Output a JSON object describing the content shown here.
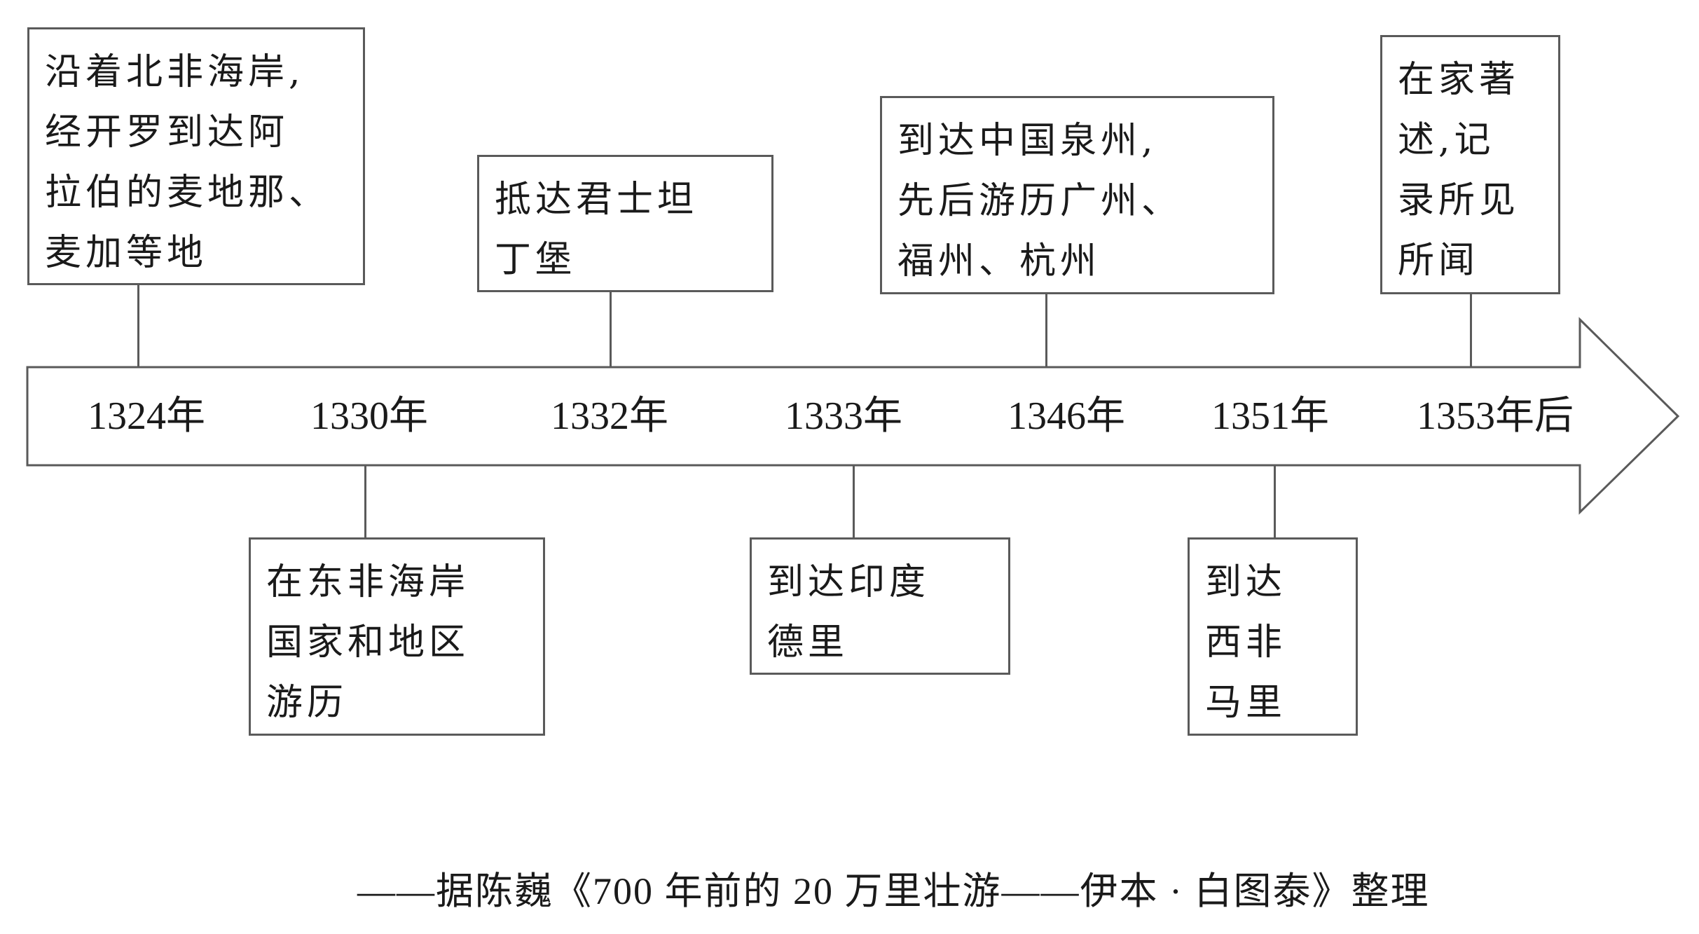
{
  "timeline": {
    "years": [
      {
        "label": "1324年"
      },
      {
        "label": "1330年"
      },
      {
        "label": "1332年"
      },
      {
        "label": "1333年"
      },
      {
        "label": "1346年"
      },
      {
        "label": "1351年"
      },
      {
        "label": "1353年后"
      }
    ],
    "events_above": [
      {
        "year": "1324年",
        "lines": [
          "沿着北非海岸,",
          "经开罗到达阿",
          "拉伯的麦地那、",
          "麦加等地"
        ]
      },
      {
        "year": "1332年",
        "lines": [
          "抵达君士坦",
          "丁堡"
        ]
      },
      {
        "year": "1346年",
        "lines": [
          "到达中国泉州,",
          "先后游历广州、",
          "福州、杭州"
        ]
      },
      {
        "year": "1353年后",
        "lines": [
          "在家著",
          "述,记",
          "录所见",
          "所闻"
        ]
      }
    ],
    "events_below": [
      {
        "year": "1330年",
        "lines": [
          "在东非海岸",
          "国家和地区",
          "游历"
        ]
      },
      {
        "year": "1333年",
        "lines": [
          "到达印度",
          "德里"
        ]
      },
      {
        "year": "1351年",
        "lines": [
          "到达",
          "西非",
          "马里"
        ]
      }
    ]
  },
  "caption": "——据陈巍《700 年前的 20 万里壮游——伊本 · 白图泰》整理",
  "colors": {
    "line": "#5a5a5a",
    "text": "#1a1a1a",
    "background": "#ffffff"
  }
}
